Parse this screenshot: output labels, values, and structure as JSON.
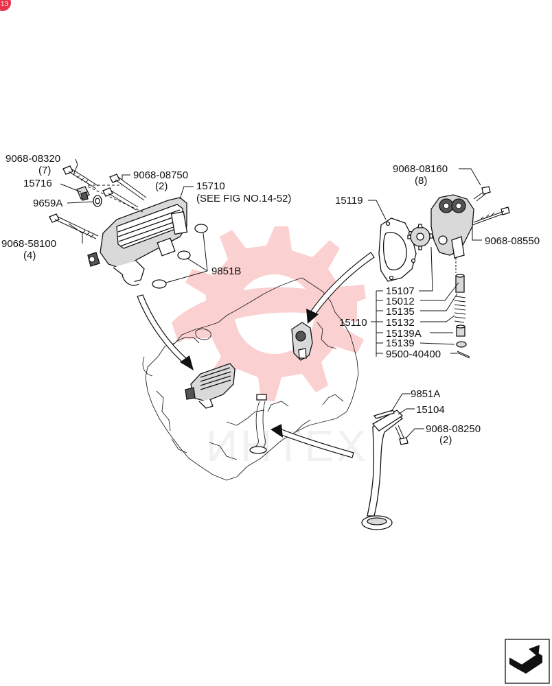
{
  "page_badge": "13",
  "watermark": {
    "text": "ИНТЕХ",
    "color": "#f05a5a"
  },
  "labels": [
    {
      "id": "l1",
      "text": "9068-08320"
    },
    {
      "id": "l1q",
      "text": "(7)"
    },
    {
      "id": "l2",
      "text": "15716"
    },
    {
      "id": "l3",
      "text": "9659A"
    },
    {
      "id": "l4",
      "text": "9068-58100"
    },
    {
      "id": "l4q",
      "text": "(4)"
    },
    {
      "id": "l5",
      "text": "9068-08750"
    },
    {
      "id": "l5q",
      "text": "(2)"
    },
    {
      "id": "l6",
      "text": "15710"
    },
    {
      "id": "l6n",
      "text": "(SEE FIG NO.14-52)"
    },
    {
      "id": "l7",
      "text": "9851B"
    },
    {
      "id": "l8",
      "text": "15119"
    },
    {
      "id": "l9",
      "text": "9068-08160"
    },
    {
      "id": "l9q",
      "text": "(8)"
    },
    {
      "id": "l10",
      "text": "9068-08550"
    },
    {
      "id": "l11",
      "text": "15107"
    },
    {
      "id": "l12",
      "text": "15012"
    },
    {
      "id": "l13",
      "text": "15135"
    },
    {
      "id": "l14",
      "text": "15110"
    },
    {
      "id": "l15",
      "text": "15132"
    },
    {
      "id": "l16",
      "text": "15139A"
    },
    {
      "id": "l17",
      "text": "15139"
    },
    {
      "id": "l18",
      "text": "9500-40400"
    },
    {
      "id": "l19",
      "text": "9851A"
    },
    {
      "id": "l20",
      "text": "15104"
    },
    {
      "id": "l21",
      "text": "9068-08250"
    },
    {
      "id": "l21q",
      "text": "(2)"
    }
  ]
}
